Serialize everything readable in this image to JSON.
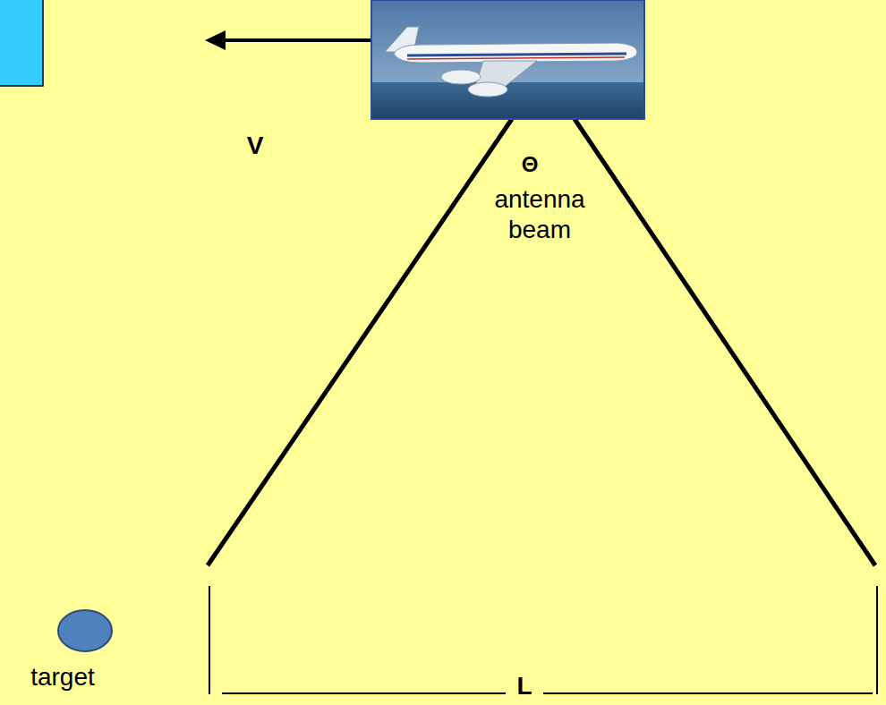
{
  "diagram": {
    "labels": [
      "V",
      "Θ",
      "antenna beam",
      "target",
      "L"
    ]
  }
}
